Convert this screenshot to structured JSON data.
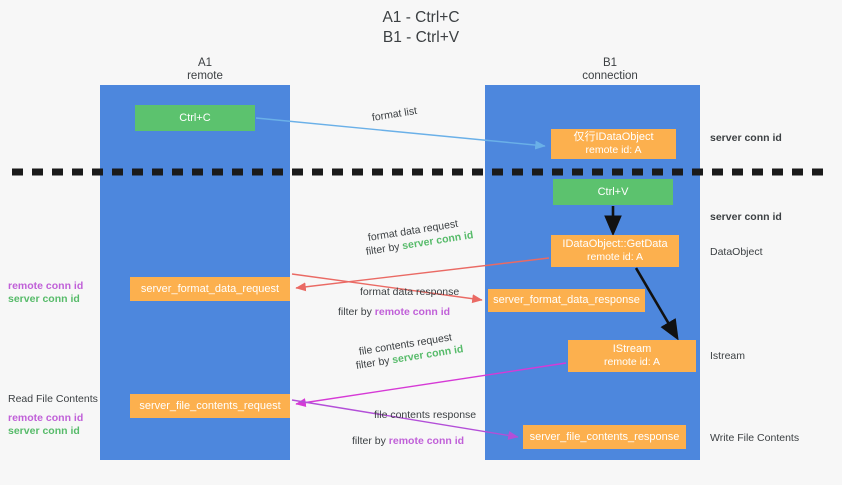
{
  "title": "A1 - Ctrl+C\nB1 - Ctrl+V",
  "columns": {
    "left": {
      "name": "A1",
      "role": "remote",
      "header": "A1\nremote"
    },
    "right": {
      "name": "B1",
      "role": "connection",
      "header": "B1\nconnection"
    }
  },
  "nodes": {
    "ctrl_c": {
      "label": "Ctrl+C",
      "color": "#5cc26e"
    },
    "ctrl_v": {
      "label": "Ctrl+V",
      "color": "#5cc26e"
    },
    "idataobject": {
      "label": "仅行IDataObject",
      "sub": "remote id: A",
      "color": "#fcb04e"
    },
    "getdata": {
      "label": "IDataObject::GetData",
      "sub": "remote id: A",
      "color": "#fcb04e"
    },
    "istream": {
      "label": "IStream",
      "sub": "remote id: A",
      "color": "#fcb04e"
    },
    "format_data_request": {
      "label": "server_format_data_request",
      "color": "#fcb04e"
    },
    "format_data_response": {
      "label": "server_format_data_response",
      "color": "#fcb04e"
    },
    "file_contents_request": {
      "label": "server_file_contents_request",
      "color": "#fcb04e"
    },
    "file_contents_response": {
      "label": "server_file_contents_response",
      "color": "#fcb04e"
    }
  },
  "edges": {
    "format_list": {
      "label": "format list",
      "color": "#6ab0e8"
    },
    "format_data_request": {
      "label": "format data request",
      "filter_prefix": "filter by ",
      "filter_value": "server conn id",
      "color": "#ea6a64"
    },
    "format_data_response": {
      "label": "format data response",
      "filter_prefix": "filter by ",
      "filter_value": "remote conn id",
      "color": "#ea6a64"
    },
    "file_contents_request": {
      "label": "file contents request",
      "filter_prefix": "filter by ",
      "filter_value": "server conn id",
      "color": "#d63ad6"
    },
    "file_contents_response": {
      "label": "file contents response",
      "filter_prefix": "filter by ",
      "filter_value": "remote conn id",
      "color": "#b34fd8"
    }
  },
  "right_labels": {
    "server_conn_id_top": "server conn id",
    "server_conn_id_mid": "server conn id",
    "dataobject": "DataObject",
    "istream": "Istream",
    "write_file_contents": "Write File Contents"
  },
  "left_labels": {
    "remote_conn_id_1": "remote conn id",
    "server_conn_id_1": "server conn id",
    "read_file_contents": "Read File Contents",
    "remote_conn_id_2": "remote conn id",
    "server_conn_id_2": "server conn id"
  },
  "colors": {
    "lane": "#4d87dd",
    "green_node": "#5cc26e",
    "orange_node": "#fcb04e",
    "green_text": "#57bb6a",
    "purple_text": "#c060d8",
    "divider": "#1a1a1a",
    "background": "#f7f7f7"
  }
}
